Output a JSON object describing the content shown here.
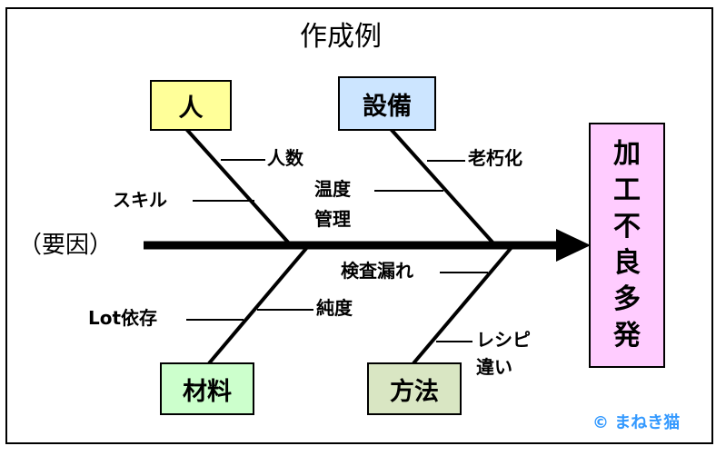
{
  "title": "作成例",
  "cause_label": "（要因）",
  "categories": {
    "person": {
      "label": "人",
      "color": "#ffff99"
    },
    "equipment": {
      "label": "設備",
      "color": "#cce5ff"
    },
    "material": {
      "label": "材料",
      "color": "#ccffcc"
    },
    "method": {
      "label": "方法",
      "color": "#d9e6c3"
    }
  },
  "factors": {
    "person": [
      "人数",
      "スキル"
    ],
    "equipment": [
      "老朽化",
      "温度",
      "管理"
    ],
    "material": [
      "Lot依存",
      "純度"
    ],
    "method": [
      "検査漏れ",
      "レシピ",
      "違い"
    ]
  },
  "effect": {
    "chars": [
      "加",
      "工",
      "不",
      "良",
      "多",
      "発"
    ],
    "color": "#ffccff"
  },
  "credit": {
    "text": "© まねき猫",
    "color": "#3399ff"
  }
}
